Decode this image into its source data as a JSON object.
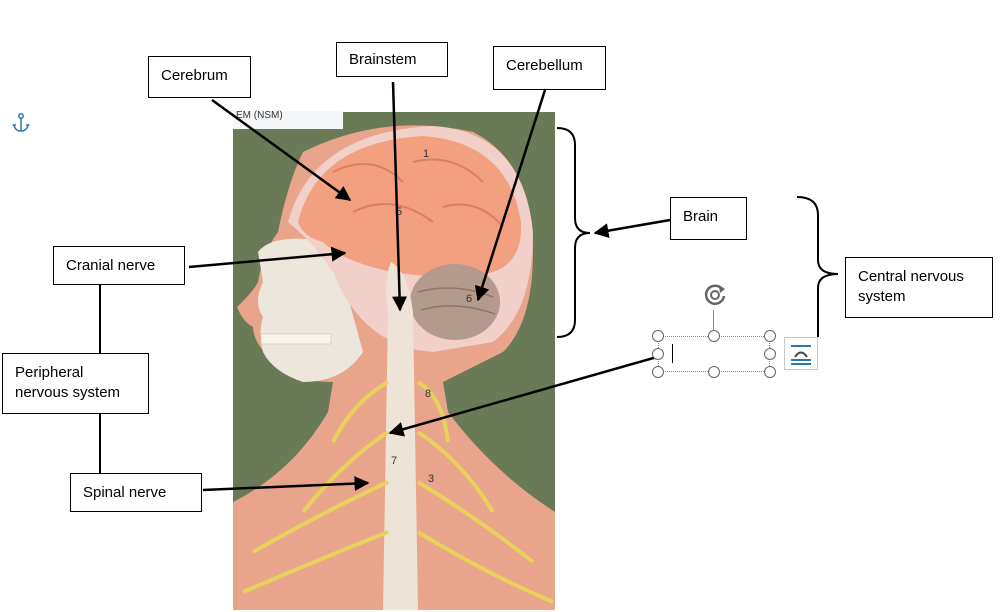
{
  "labels": {
    "cerebrum": "Cerebrum",
    "brainstem": "Brainstem",
    "cerebellum": "Cerebellum",
    "brain": "Brain",
    "cranial_nerve": "Cranial nerve",
    "central_nervous_system": "Central nervous\nsystem",
    "peripheral_nervous_system": "Peripheral\nnervous system",
    "spinal_nerve": "Spinal nerve"
  },
  "photo": {
    "corner_tag": "EM (NSM)",
    "marks": [
      "1",
      "5",
      "6",
      "8",
      "7",
      "3"
    ]
  },
  "icons": {
    "anchor": "anchor-icon",
    "rotate": "rotate-handle-icon",
    "layout_options": "layout-options-icon"
  },
  "colors": {
    "anchor": "#2e75b6",
    "layout_options": "#2e75b6",
    "background_photo": "#6b7a56",
    "skin": "#e8a58b",
    "brain": "#f2a080",
    "nerves": "#e8d15a"
  },
  "textbox": {
    "value": ""
  }
}
